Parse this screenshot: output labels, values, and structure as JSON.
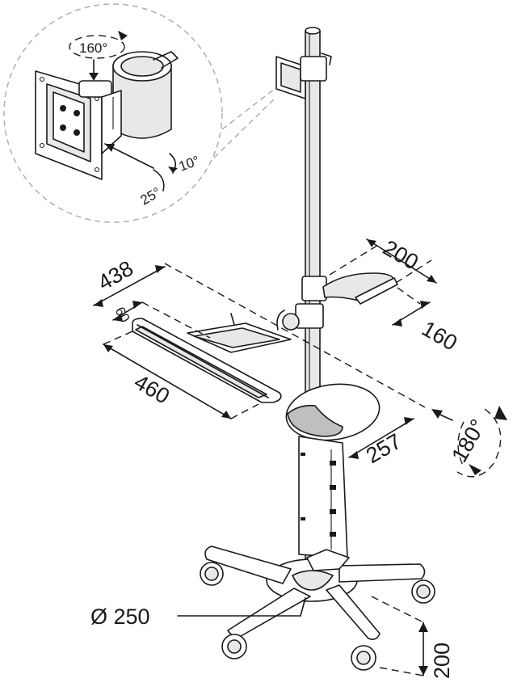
{
  "dimensions": {
    "mount_rotation": "160°",
    "tilt_up": "10°",
    "tilt_down": "25°",
    "arm_width": "200",
    "arm_depth": "160",
    "tray_width": "438",
    "tray_offset": "60",
    "keyboard_width": "460",
    "shelf_depth": "257",
    "column_rotation": "180°",
    "base_diameter": "Ø 250",
    "base_height": "200"
  },
  "colors": {
    "line": "#1a1a1a",
    "detail_circle": "#aaaaaa",
    "light_fill": "#e8e8e8",
    "mid_fill": "#bfbfbf"
  }
}
